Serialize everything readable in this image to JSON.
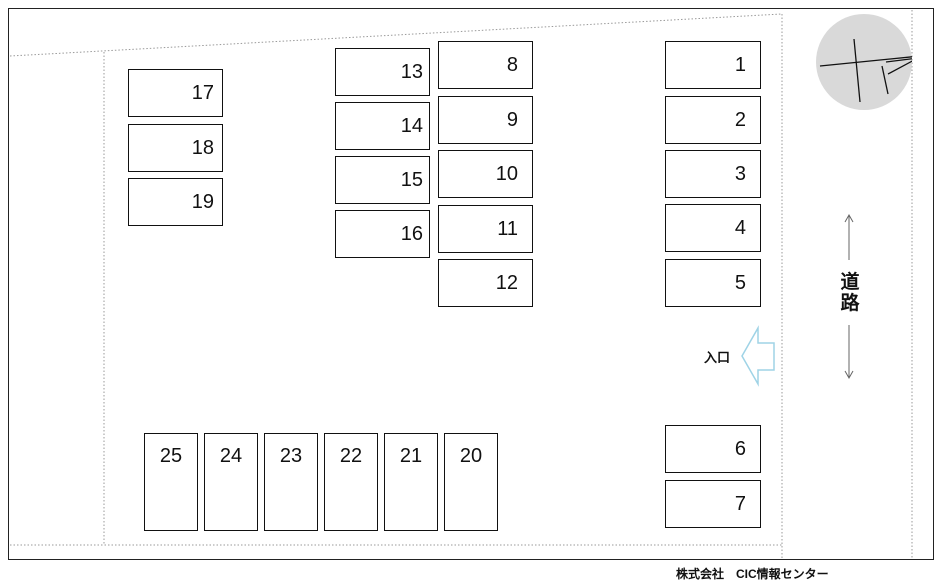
{
  "parking_map": {
    "spaces": {
      "s1": "1",
      "s2": "2",
      "s3": "3",
      "s4": "4",
      "s5": "5",
      "s6": "6",
      "s7": "7",
      "s8": "8",
      "s9": "9",
      "s10": "10",
      "s11": "11",
      "s12": "12",
      "s13": "13",
      "s14": "14",
      "s15": "15",
      "s16": "16",
      "s17": "17",
      "s18": "18",
      "s19": "19",
      "s20": "20",
      "s21": "21",
      "s22": "22",
      "s23": "23",
      "s24": "24",
      "s25": "25"
    },
    "road_label": "道路",
    "entrance_label": "入口",
    "credit": "株式会社　CIC情報センター",
    "icons": {
      "north": "north-arrow-icon",
      "entrance": "entrance-arrow-icon",
      "road": "road-direction-arrow-icon"
    },
    "colors": {
      "line": "#111111",
      "compass_bg": "#d9d9d9",
      "entrance_arrow": "#9fd3e6"
    }
  }
}
